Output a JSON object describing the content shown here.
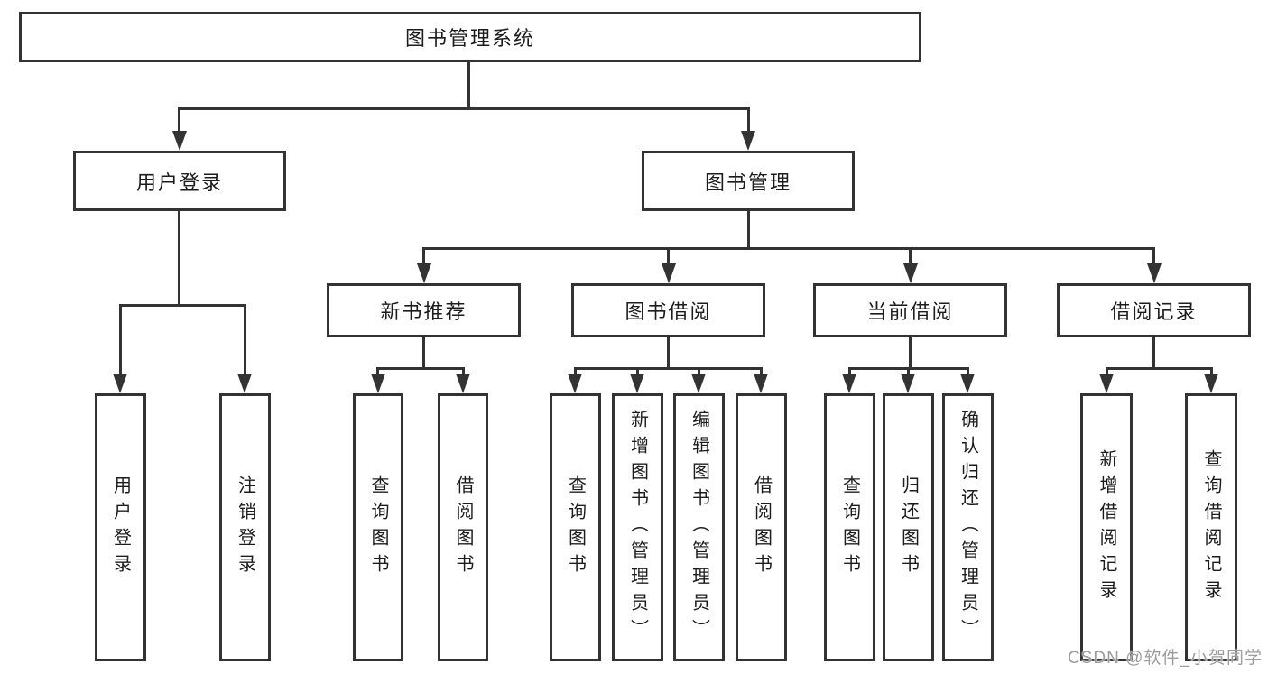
{
  "diagram": {
    "root": {
      "label": "图书管理系统",
      "children": [
        {
          "label": "用户登录",
          "children": [
            {
              "label": "用户登录"
            },
            {
              "label": "注销登录"
            }
          ]
        },
        {
          "label": "图书管理",
          "children": [
            {
              "label": "新书推荐",
              "children": [
                {
                  "label": "查询图书"
                },
                {
                  "label": "借阅图书"
                }
              ]
            },
            {
              "label": "图书借阅",
              "children": [
                {
                  "label": "查询图书"
                },
                {
                  "label": "新增图书（管理员）"
                },
                {
                  "label": "编辑图书（管理员）"
                },
                {
                  "label": "借阅图书"
                }
              ]
            },
            {
              "label": "当前借阅",
              "children": [
                {
                  "label": "查询图书"
                },
                {
                  "label": "归还图书"
                },
                {
                  "label": "确认归还（管理员）"
                }
              ]
            },
            {
              "label": "借阅记录",
              "children": [
                {
                  "label": "新增借阅记录"
                },
                {
                  "label": "查询借阅记录"
                }
              ]
            }
          ]
        }
      ]
    },
    "line_color": "#333333",
    "watermark": "CSDN @软件_小贺同学"
  }
}
